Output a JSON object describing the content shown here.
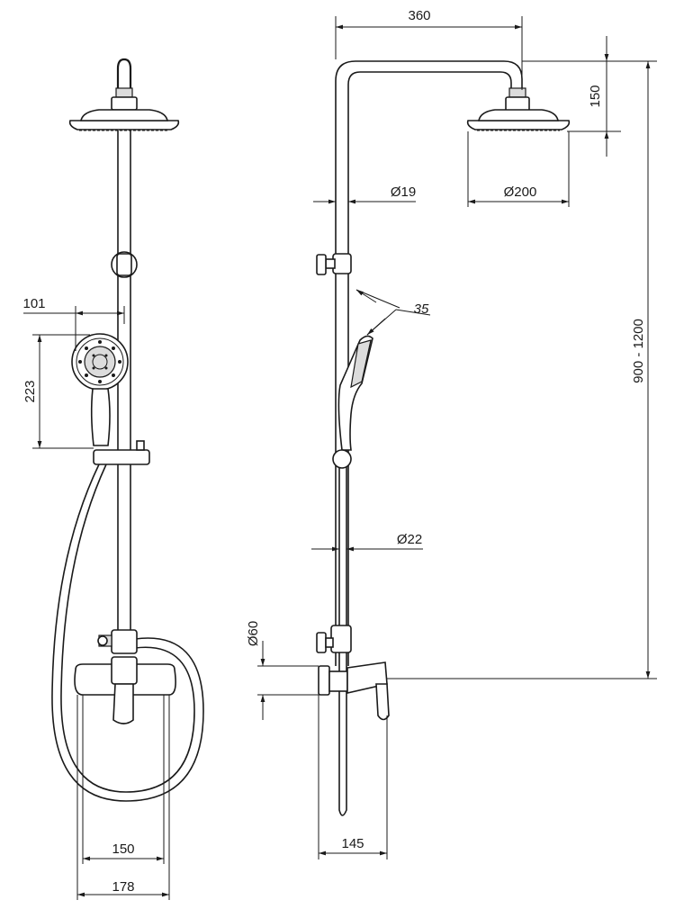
{
  "dimensions": {
    "top_width": "360",
    "head_drop": "150",
    "pipe_diameter_upper": "Ø19",
    "head_diameter": "Ø200",
    "handshower_offset": "101",
    "handshower_length": "223",
    "angle": "35",
    "height_range": "900 - 1200",
    "pipe_diameter_lower": "Ø22",
    "mixer_diameter": "Ø60",
    "mixer_centers": "150",
    "mixer_overall_width": "178",
    "wall_offset": "145"
  }
}
